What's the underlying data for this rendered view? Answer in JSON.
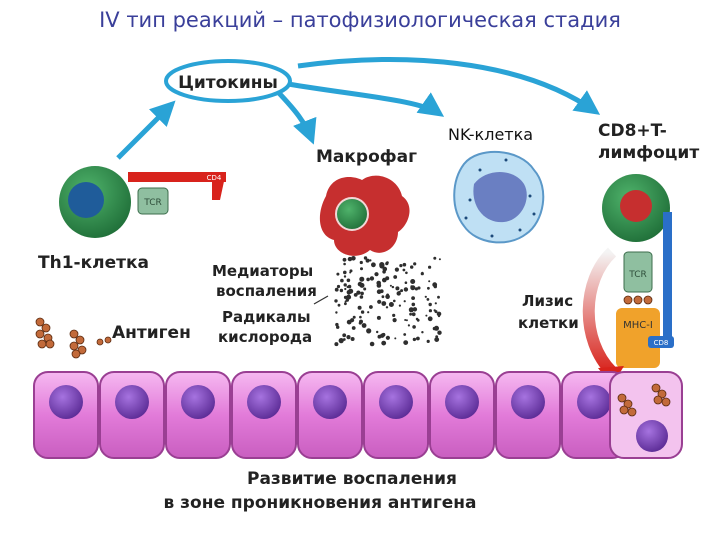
{
  "title": "IV тип реакций – патофизиологическая стадия",
  "labels": {
    "cytokines": "Цитокины",
    "macrophage": "Макрофаг",
    "nk_cell": "NK-клетка",
    "cd8_line1": "CD8+T-",
    "cd8_line2": "лимфоцит",
    "th1": "Th1-клетка",
    "mediators_line1": "Медиаторы",
    "mediators_line2": "воспаления",
    "radicals_line1": "Радикалы",
    "radicals_line2": "кислорода",
    "antigen": "Антиген",
    "lysis_line1": "Лизис",
    "lysis_line2": "клетки",
    "bottom_line1": "Развитие воспаления",
    "bottom_line2": "в зоне проникновения антигена",
    "tcr": "TCR",
    "cd4": "CD4",
    "mhc1": "MHC-I",
    "cd8": "CD8"
  },
  "colors": {
    "arrow_blue": "#2aa3d6",
    "title_color": "#3a3f9a",
    "cell_green": "#2a8a48",
    "tissue_pink": "#e27bd9",
    "nucleus_purple": "#7a3fb5",
    "macrophage_red": "#c62f2f",
    "nk_blue": "#9cc8ea",
    "cd8_bar_blue": "#2a6fc8",
    "mhc_orange": "#f0a22b",
    "lysis_red": "#d8231c"
  }
}
